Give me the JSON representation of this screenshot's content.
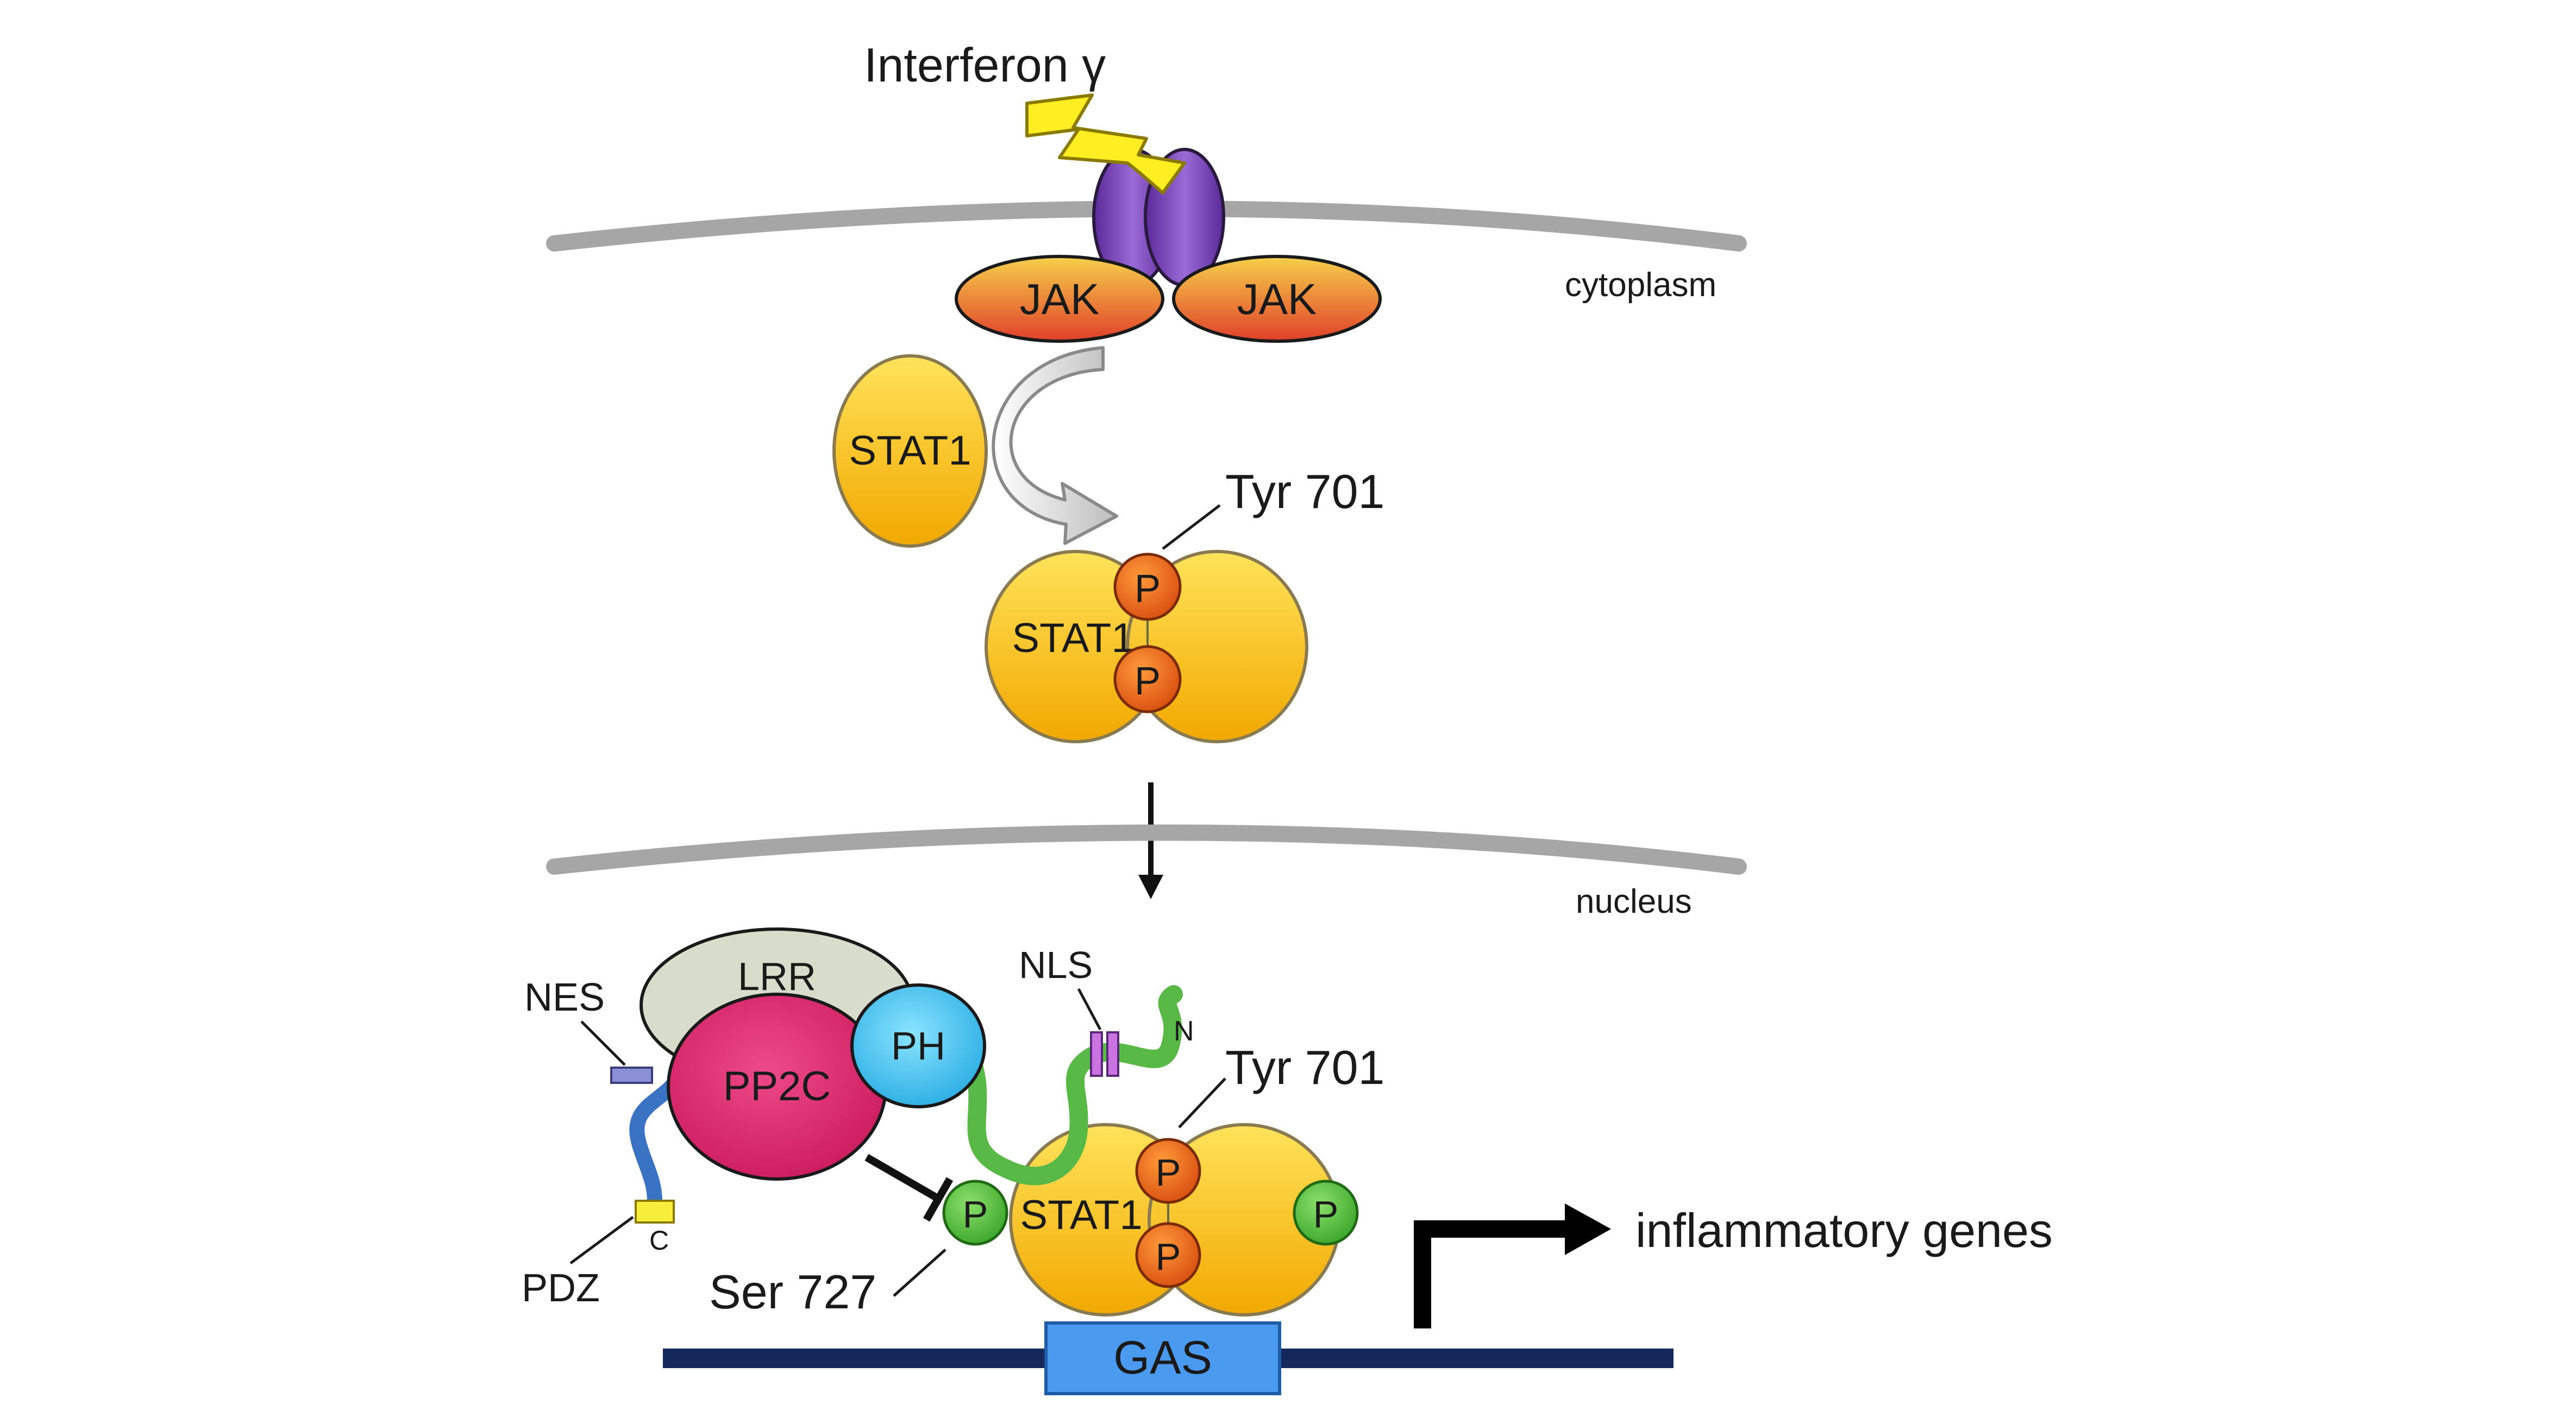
{
  "labels": {
    "ligand": "Interferon γ",
    "cytoplasm": "cytoplasm",
    "nucleus": "nucleus",
    "jak_left": "JAK",
    "jak_right": "JAK",
    "stat1_monomer": "STAT1",
    "stat1_dimer": "STAT1",
    "tyr701_top": "Tyr 701",
    "tyr701_bottom": "Tyr 701",
    "phospho": "P",
    "lrr": "LRR",
    "pp2c": "PP2C",
    "ph": "PH",
    "nes": "NES",
    "nls": "NLS",
    "pdz": "PDZ",
    "c_terminus": "C",
    "n_terminus": "N",
    "ser727": "Ser 727",
    "stat1_nuclear": "STAT1",
    "gas": "GAS",
    "genes": "inflammatory genes"
  },
  "colors": {
    "membrane": "#a6a6a6",
    "receptor": "#7a3fb0",
    "jak_top": "#f4c542",
    "jak_bottom": "#e0402a",
    "stat1": "#f6c400",
    "phospho_tyr": "#e8651a",
    "phospho_ser": "#4cb83a",
    "lrr": "#d8dccb",
    "pp2c": "#d8266b",
    "ph": "#3ec6f0",
    "linker_green": "#58b947",
    "linker_blue": "#3a72c4",
    "pdz_box": "#f7ee3b",
    "nls_box": "#c974e0",
    "nes_box": "#8a8fd6",
    "dna": "#14285c",
    "gas_box": "#4a9bef",
    "lightning": "#ffee22"
  }
}
